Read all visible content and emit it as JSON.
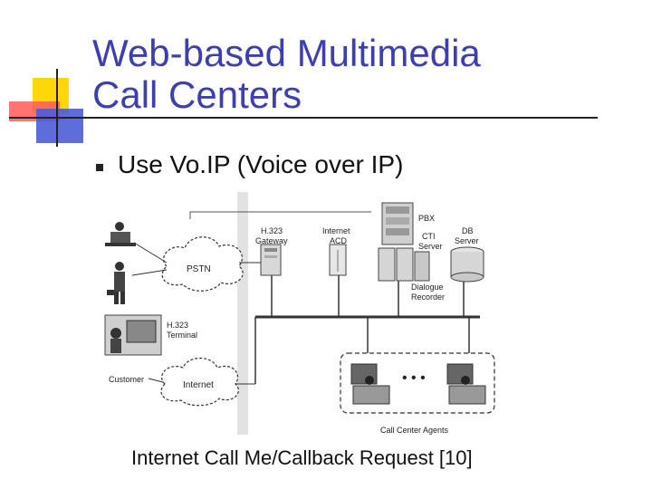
{
  "title": {
    "line1": "Web-based Multimedia",
    "line2": "Call Centers"
  },
  "bullet": {
    "text": "Use Vo.IP (Voice over IP)"
  },
  "diagram": {
    "labels": {
      "h323_gateway_1": "H.323",
      "h323_gateway_2": "Gateway",
      "internet_acd_1": "Internet",
      "internet_acd_2": "ACD",
      "pbx": "PBX",
      "cti_server_1": "CTI",
      "cti_server_2": "Server",
      "db_server_1": "DB",
      "db_server_2": "Server",
      "dialogue_recorder_1": "Dialogue",
      "dialogue_recorder_2": "Recorder",
      "pstn": "PSTN",
      "h323_terminal_1": "H.323",
      "h323_terminal_2": "Terminal",
      "customer": "Customer",
      "internet": "Internet",
      "agents_ellipsis": "• • •",
      "call_center_agents": "Call Center Agents"
    }
  },
  "caption": "Internet Call Me/Callback Request [10]",
  "colors": {
    "title": "#3b3fb0",
    "deco_yellow": "#ffd60a",
    "deco_red": "#ff5a5a",
    "deco_blue": "#4d5dd6"
  }
}
